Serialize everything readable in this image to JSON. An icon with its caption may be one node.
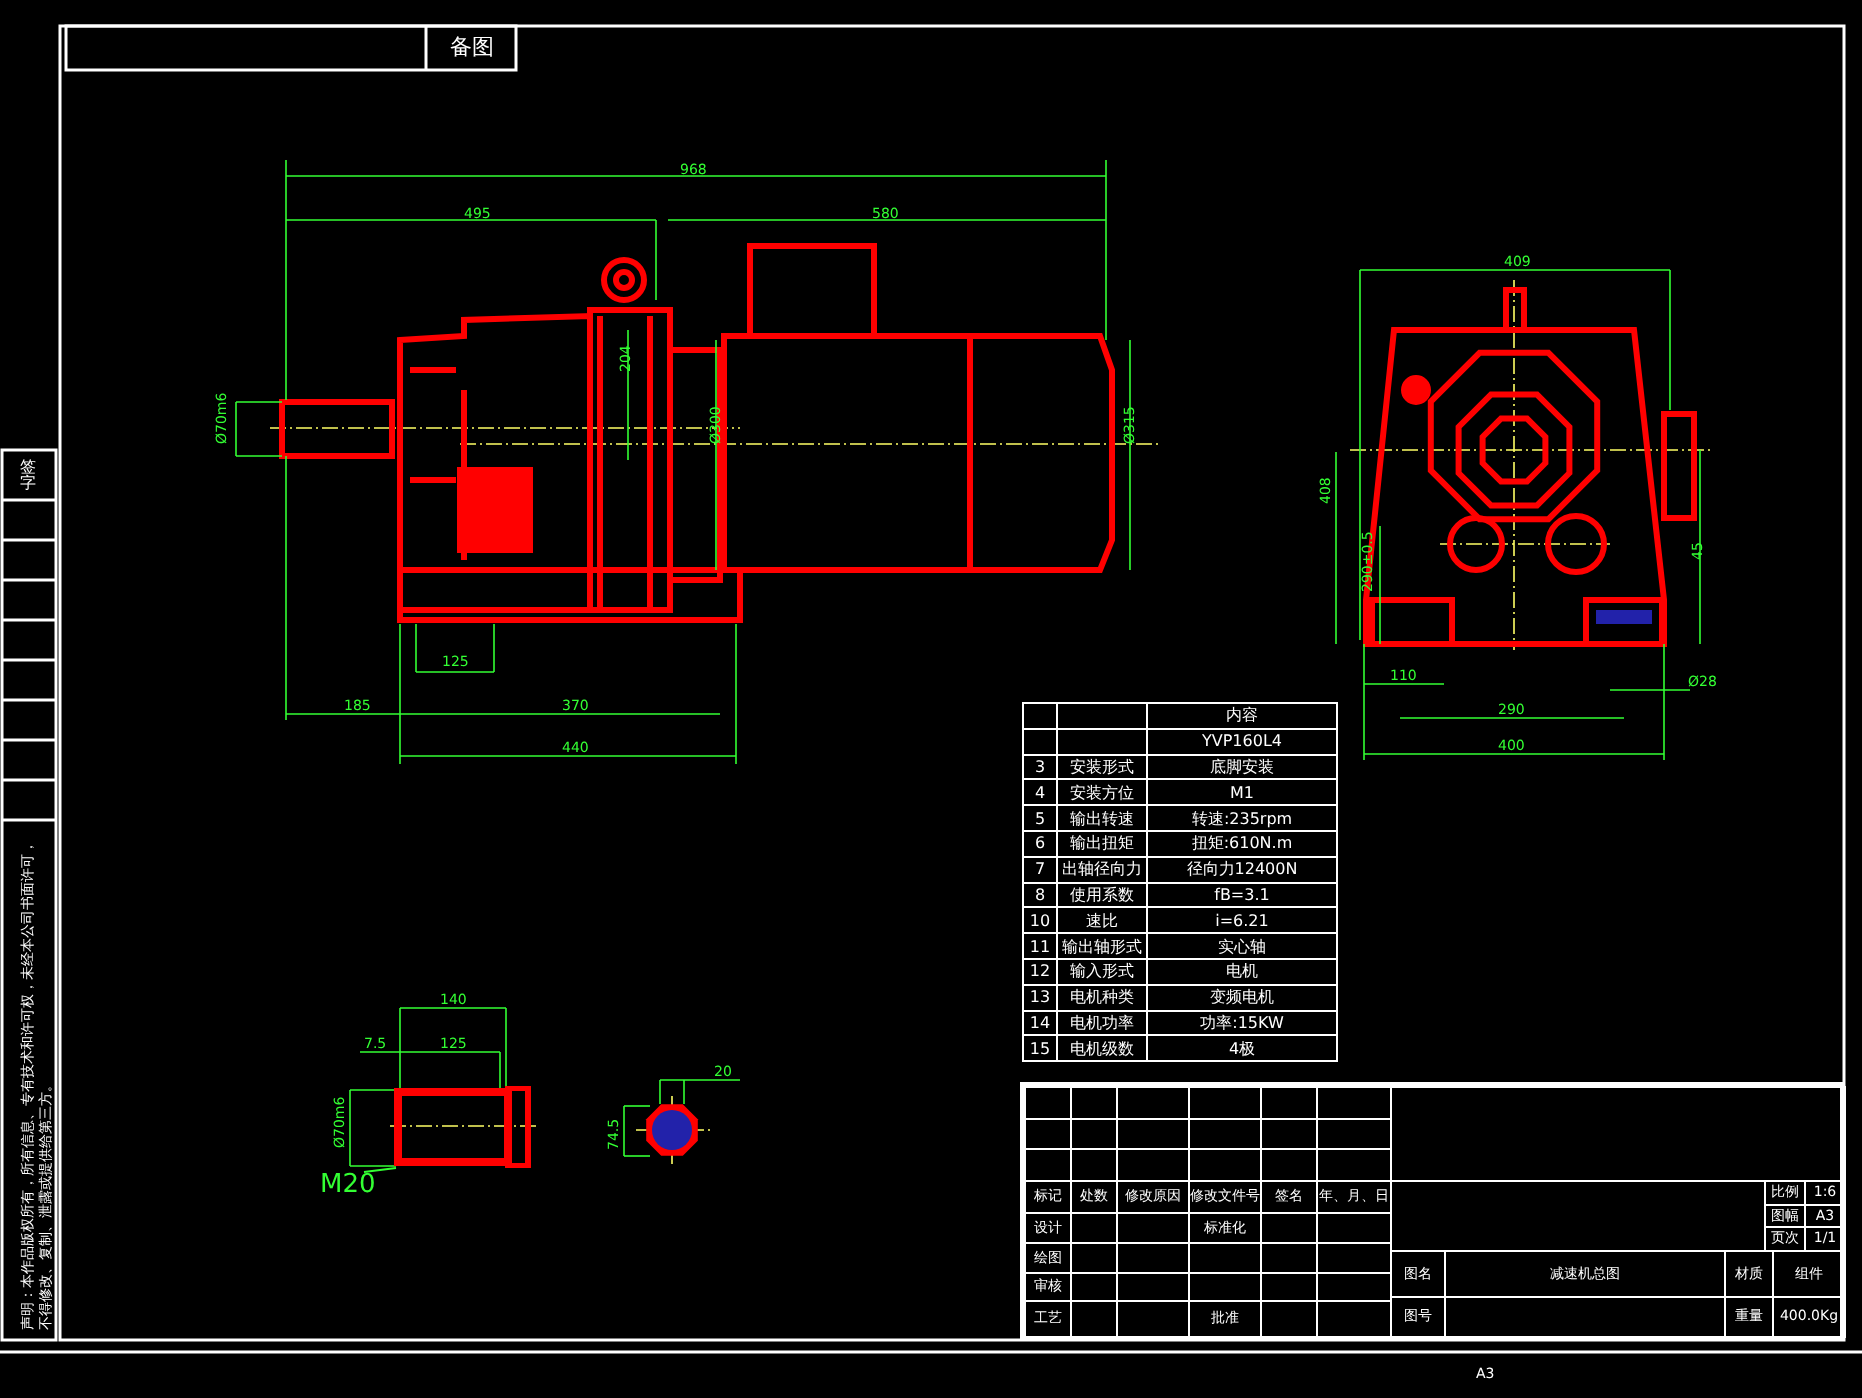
{
  "diagram": {
    "nodes": [
      {
        "text": [
          "M20"
        ]
      },
      {
        "text": [],
        "shape": "box"
      }
    ],
    "edges": [
      {
        "from": 0,
        "to": 1,
        "arrow": "none"
      }
    ],
    "labels": [
      "备图",
      "签字",
      "声明：本作品版权所有，所有信息、专有技术和许可权，未经本公司书面许可，不得修改、复制、泄露或提供给第三方。",
      "968",
      "495",
      "580",
      "204",
      "Ø300",
      "Ø315",
      "Ø70m6",
      "125",
      "185",
      "370",
      "440",
      "409",
      "408",
      "290±0.5",
      "45",
      "110",
      "290",
      "Ø28",
      "400",
      "140",
      "7.5",
      "125",
      "Ø70m6",
      "20",
      "74.5",
      "内容",
      "YVP160L4",
      "3",
      "安装形式",
      "底脚安装",
      "4",
      "安装方位",
      "M1",
      "5",
      "输出转速",
      "转速:235rpm",
      "6",
      "输出扭矩",
      "扭矩:610N.m",
      "7",
      "出轴径向力",
      "径向力12400N",
      "8",
      "使用系数",
      "fB=3.1",
      "10",
      "速比",
      "i=6.21",
      "11",
      "输出轴形式",
      "实心轴",
      "12",
      "输入形式",
      "电机",
      "13",
      "电机种类",
      "变频电机",
      "14",
      "电机功率",
      "功率:15KW",
      "15",
      "电机级数",
      "4极",
      "标记",
      "处数",
      "修改原因",
      "修改文件号",
      "签名",
      "年、月、日",
      "设计",
      "标准化",
      "绘图",
      "审核",
      "工艺",
      "批准",
      "比例",
      "1:6",
      "图幅",
      "A3",
      "页次",
      "1/1",
      "图名",
      "减速机总图",
      "材质",
      "组件",
      "图号",
      "重量",
      "400.0Kg",
      "A3"
    ]
  }
}
